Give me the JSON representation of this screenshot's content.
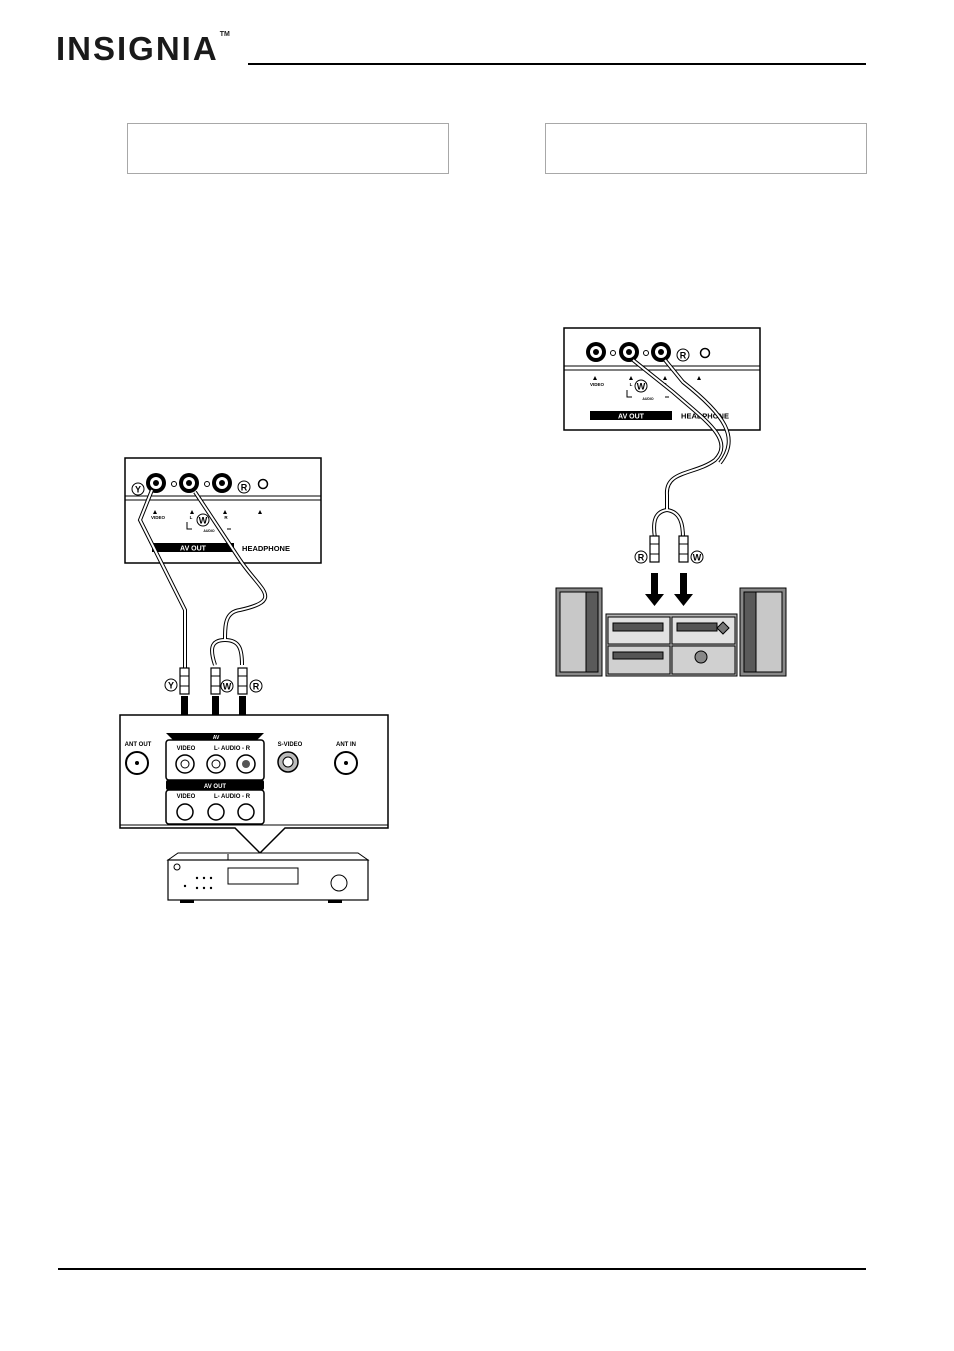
{
  "header": {
    "brand": "INSIGNIA",
    "trademark": "TM"
  },
  "boxes": {
    "left": "",
    "right": ""
  },
  "figure1": {
    "tv_panel": {
      "jack_letters": [
        "Y",
        "W",
        "R"
      ],
      "video_label": "VIDEO",
      "l_label": "L",
      "r_label": "R",
      "audio_label": "AUDIO",
      "av_out": "AV OUT",
      "headphone": "HEADPHONE"
    },
    "plugs": [
      "Y",
      "W",
      "R"
    ],
    "vcr_panel": {
      "ant_out": "ANT OUT",
      "av": "AV",
      "video": "VIDEO",
      "audio": "L- AUDIO - R",
      "s_video": "S-VIDEO",
      "ant_in": "ANT IN",
      "av_out": "AV OUT",
      "video2": "VIDEO",
      "audio2": "L- AUDIO - R"
    }
  },
  "figure2": {
    "tv_panel": {
      "r_letter": "R",
      "w_letter": "W",
      "video_label": "VIDEO",
      "l_label": "L",
      "r_label": "R",
      "audio_label": "AUDIO",
      "av_out": "AV OUT",
      "headphone": "HEADPHONE"
    },
    "plugs": [
      "R",
      "W"
    ]
  }
}
